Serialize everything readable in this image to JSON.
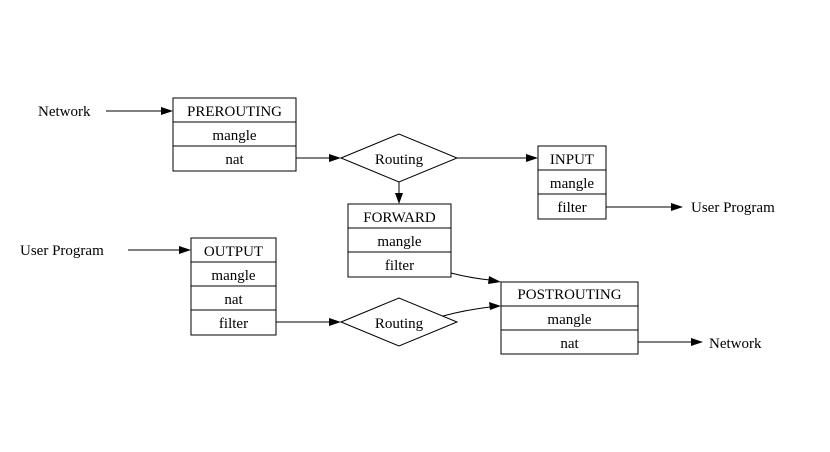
{
  "labels": {
    "network_in": "Network",
    "user_program_in": "User Program",
    "user_program_out": "User Program",
    "network_out": "Network"
  },
  "tables": {
    "prerouting": {
      "title": "PREROUTING",
      "rows": [
        "mangle",
        "nat"
      ]
    },
    "input": {
      "title": "INPUT",
      "rows": [
        "mangle",
        "filter"
      ]
    },
    "forward": {
      "title": "FORWARD",
      "rows": [
        "mangle",
        "filter"
      ]
    },
    "output": {
      "title": "OUTPUT",
      "rows": [
        "mangle",
        "nat",
        "filter"
      ]
    },
    "postrouting": {
      "title": "POSTROUTING",
      "rows": [
        "mangle",
        "nat"
      ]
    }
  },
  "decisions": {
    "routing_top": "Routing",
    "routing_bottom": "Routing"
  }
}
